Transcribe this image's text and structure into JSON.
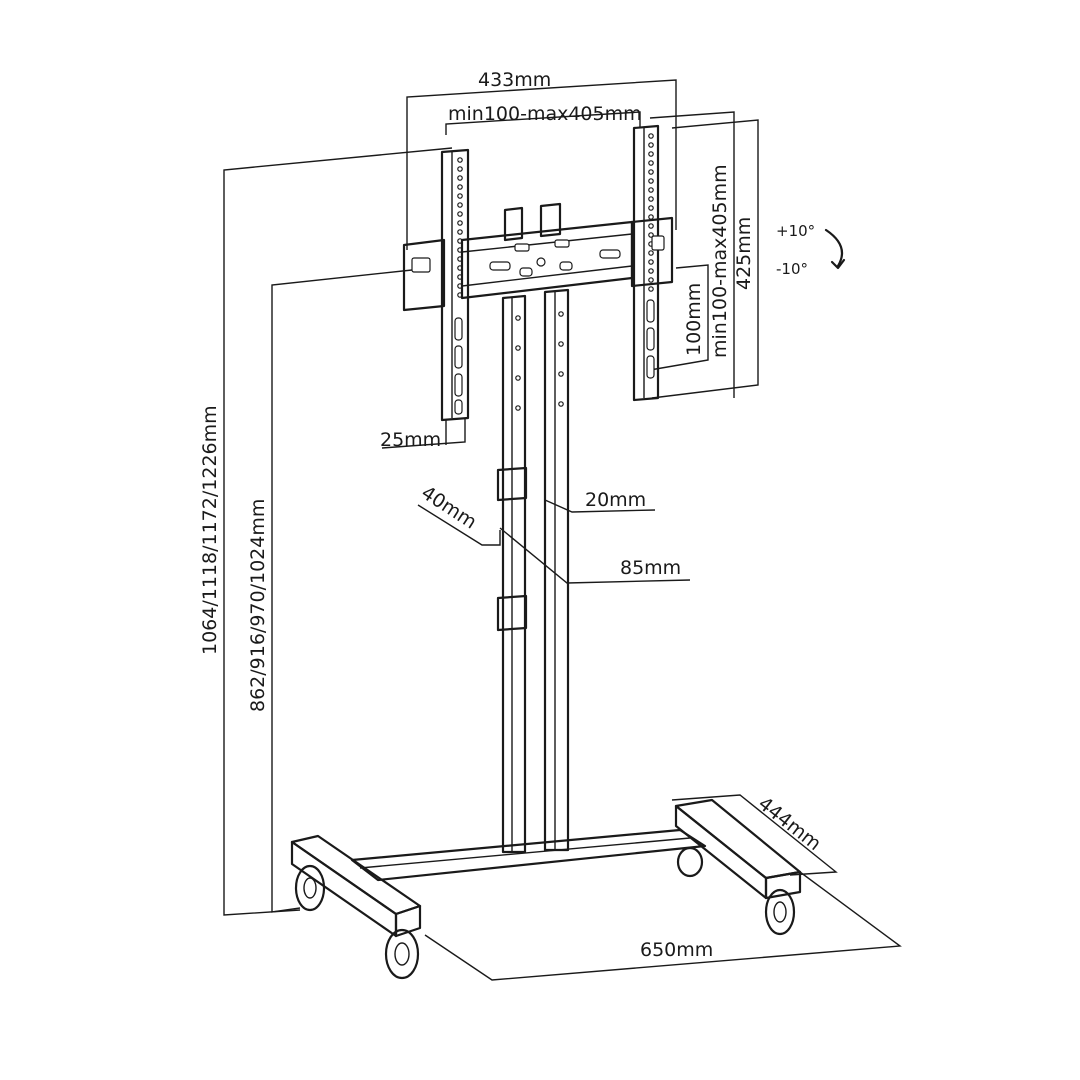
{
  "dimensions": {
    "width_total": "433mm",
    "vesa_horizontal": "min100-max405mm",
    "vesa_vertical": "min100-max405mm",
    "bracket_height": "425mm",
    "bracket_spacing": "100mm",
    "bracket_depth": "25mm",
    "total_height": "1064/1118/1172/1226mm",
    "center_height": "862/916/970/1024mm",
    "pole_depth_40": "40mm",
    "pole_gap_20": "20mm",
    "pole_width_85": "85mm",
    "base_depth": "444mm",
    "base_width": "650mm"
  },
  "tilt": {
    "up": "+10°",
    "down": "-10°"
  }
}
